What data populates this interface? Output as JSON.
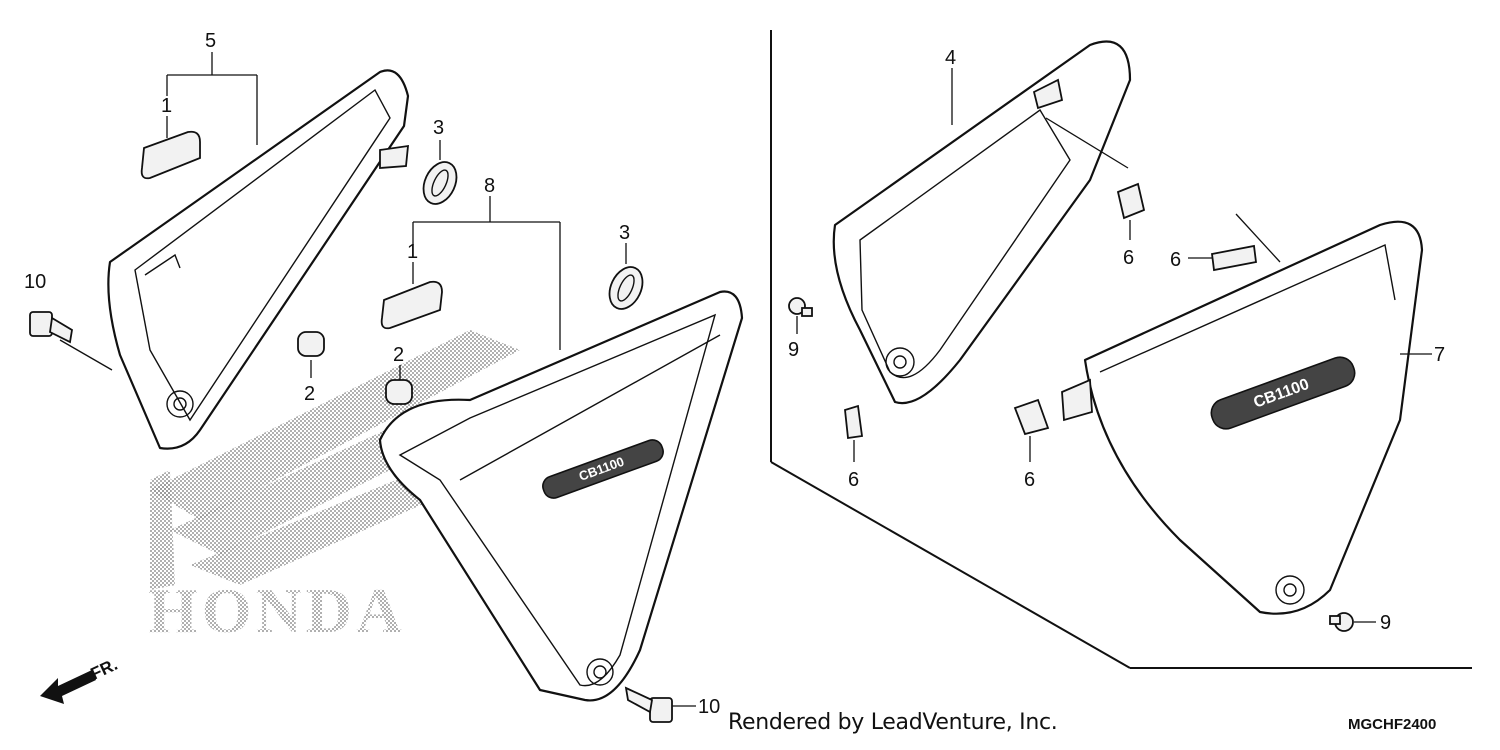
{
  "diagram": {
    "callouts": {
      "c1a": "1",
      "c1b": "1",
      "c2a": "2",
      "c2b": "2",
      "c3a": "3",
      "c3b": "3",
      "c4": "4",
      "c5": "5",
      "c6a": "6",
      "c6b": "6",
      "c6c": "6",
      "c6d": "6",
      "c7": "7",
      "c8": "8",
      "c9a": "9",
      "c9b": "9",
      "c10a": "10",
      "c10b": "10"
    },
    "direction_label": "FR.",
    "watermark_text": "HONDA",
    "emblem_text": "CB1100"
  },
  "footer": {
    "credit": "Rendered by LeadVenture, Inc.",
    "diagram_code": "MGCHF2400"
  }
}
